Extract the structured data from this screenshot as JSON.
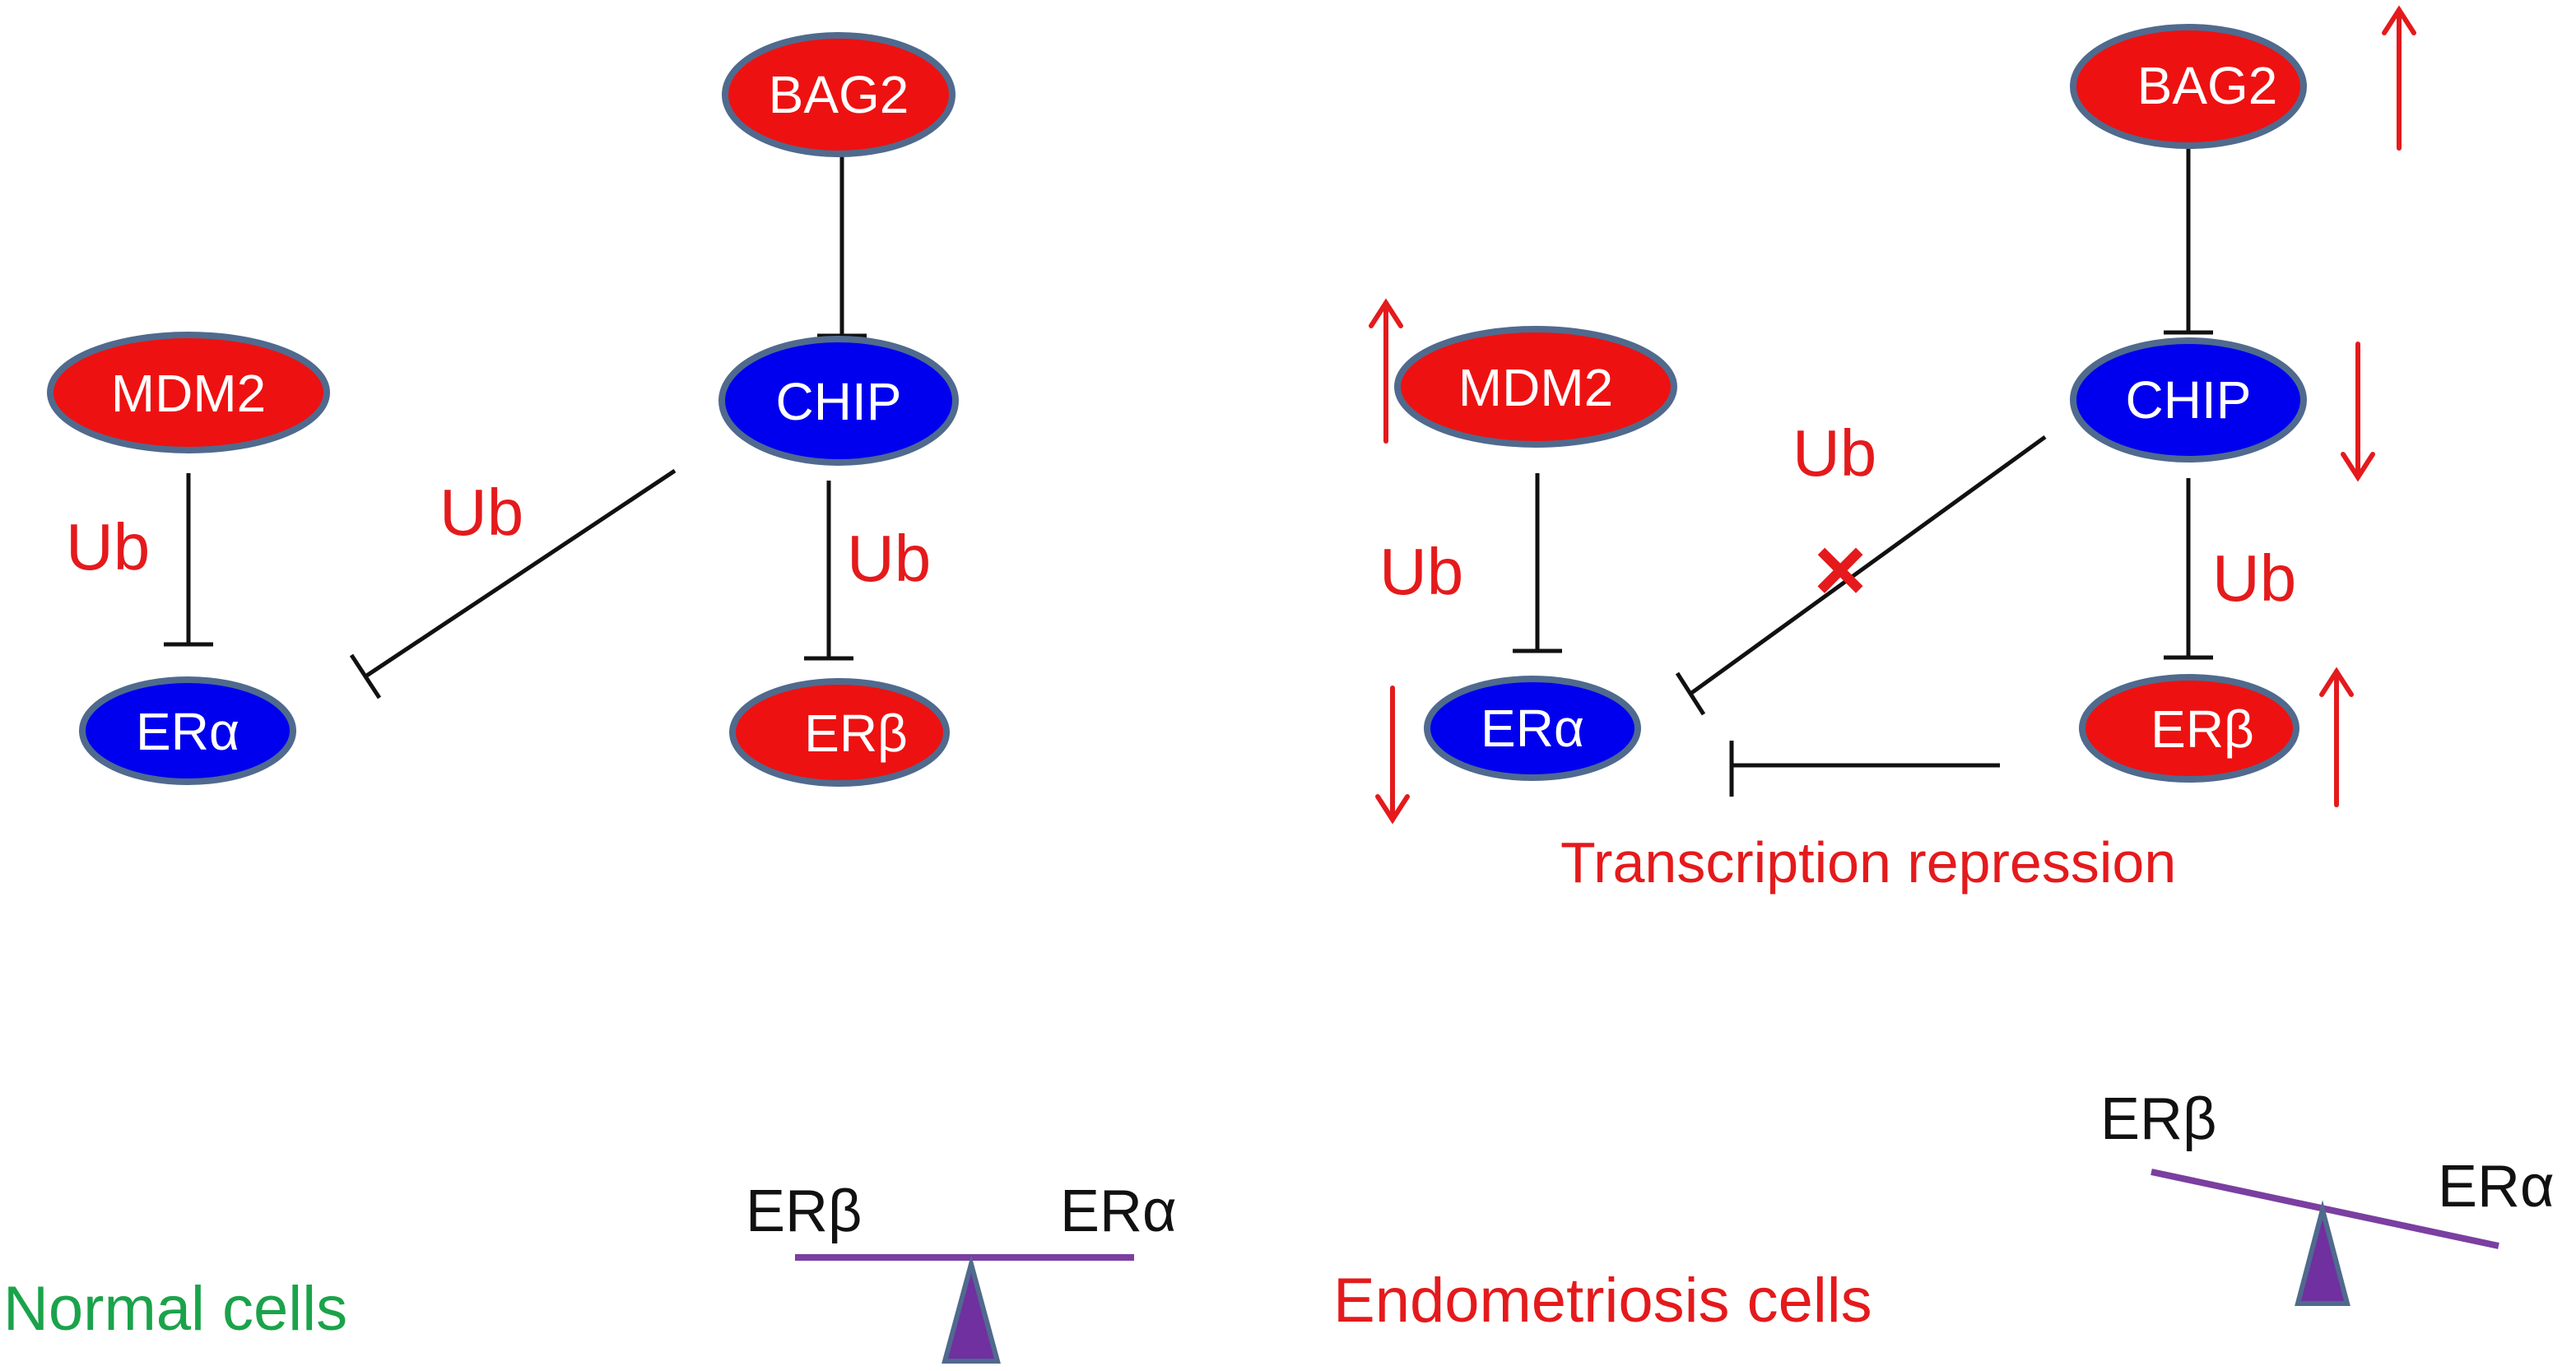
{
  "colors": {
    "red": "#e41a1c",
    "blue": "#0000ee",
    "node_red": "#ee1111",
    "node_blue": "#0000ee",
    "node_border": "#506a8e",
    "green": "#1aa34a",
    "purple": "#7a3fa0",
    "fulcrum": "#7030a0",
    "line": "#111111"
  },
  "normal": {
    "caption": "Normal cells",
    "nodes": {
      "bag2": "BAG2",
      "chip": "CHIP",
      "mdm2": "MDM2",
      "er_alpha": "ERα",
      "er_beta": "ERβ"
    },
    "ub_labels": [
      "Ub",
      "Ub",
      "Ub"
    ],
    "balance": {
      "left_label": "ERβ",
      "right_label": "ERα"
    }
  },
  "endometriosis": {
    "caption": "Endometriosis cells",
    "nodes": {
      "bag2": "BAG2",
      "chip": "CHIP",
      "mdm2": "MDM2",
      "er_alpha": "ERα",
      "er_beta": "ERβ"
    },
    "ub_labels": [
      "Ub",
      "Ub",
      "Ub"
    ],
    "repression_label": "Transcription repression",
    "blocked_mark": "×",
    "balance": {
      "left_label": "ERβ",
      "right_label": "ERα"
    },
    "changes": {
      "bag2": "up",
      "mdm2": "up",
      "chip": "down",
      "er_alpha": "down",
      "er_beta": "up"
    }
  }
}
